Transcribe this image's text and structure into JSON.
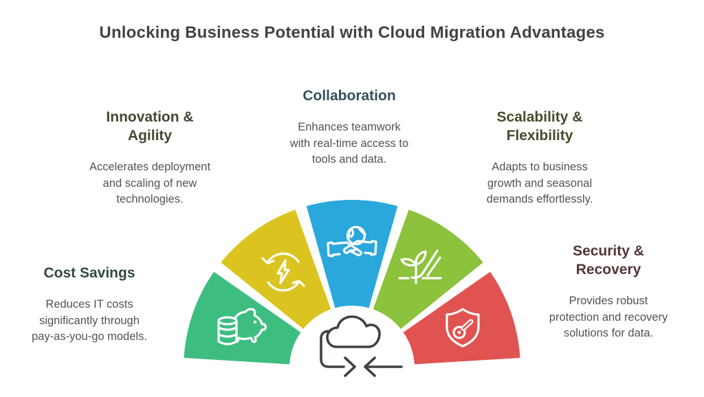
{
  "title": "Unlocking Business Potential with Cloud Migration Advantages",
  "title_color": "#3F4347",
  "background_color": "#FFFFFF",
  "benefits": [
    {
      "id": "cost-savings",
      "heading": "Cost Savings",
      "description": "Reduces IT costs\nsignificantly through\npay-as-you-go models.",
      "wedge_color": "#3DBE80",
      "heading_color": "#304A3C",
      "icon": "piggy-bank-coins-icon"
    },
    {
      "id": "innovation-agility",
      "heading": "Innovation &\nAgility",
      "description": "Accelerates deployment\nand scaling of new\ntechnologies.",
      "wedge_color": "#DCC420",
      "heading_color": "#494631",
      "icon": "sync-lightning-icon"
    },
    {
      "id": "collaboration",
      "heading": "Collaboration",
      "description": "Enhances teamwork\nwith real-time access to\ntools and data.",
      "wedge_color": "#2AA8DC",
      "heading_color": "#32505E",
      "icon": "handshake-globe-icon"
    },
    {
      "id": "scalability-flexibility",
      "heading": "Scalability &\nFlexibility",
      "description": "Adapts to business\ngrowth and seasonal\ndemands effortlessly.",
      "wedge_color": "#8CC23C",
      "heading_color": "#454C2C",
      "icon": "plant-growth-icon"
    },
    {
      "id": "security-recovery",
      "heading": "Security &\nRecovery",
      "description": "Provides robust\nprotection and recovery\nsolutions for data.",
      "wedge_color": "#E15351",
      "heading_color": "#523638",
      "icon": "shield-key-icon"
    }
  ],
  "center_icon": "cloud-migration-icon",
  "icon_stroke_color": "#FFFFFF",
  "center_icon_stroke_color": "#3E4245",
  "body_text_color": "#4F5356"
}
